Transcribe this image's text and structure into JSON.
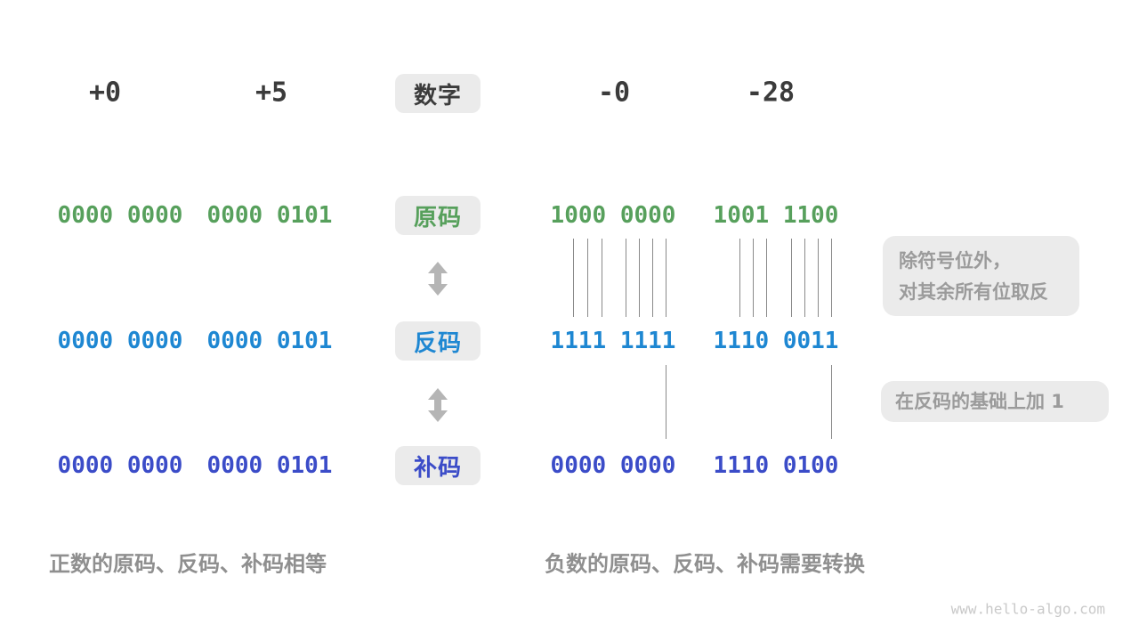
{
  "palette": {
    "text_dark": "#3b3b3b",
    "green": "#57a05c",
    "blue": "#1e87d2",
    "indigo": "#3b4cc8",
    "gray_note": "#9b9b9b",
    "gray_caption": "#8f8f8f",
    "badge_bg": "#ebebeb",
    "line_gray": "#8a8a8a",
    "arrow_gray": "#b5b5b5",
    "watermark_gray": "#c9c9c9"
  },
  "header": {
    "numbers": [
      "+0",
      "+5",
      "-0",
      "-28"
    ],
    "badge_label": "数字"
  },
  "rows": [
    {
      "badge_label": "原码",
      "values": [
        "0000 0000",
        "0000 0101",
        "1000 0000",
        "1001 1100"
      ]
    },
    {
      "badge_label": "反码",
      "values": [
        "0000 0000",
        "0000 0101",
        "1111 1111",
        "1110 0011"
      ]
    },
    {
      "badge_label": "补码",
      "values": [
        "0000 0000",
        "0000 0101",
        "0000 0000",
        "1110 0100"
      ]
    }
  ],
  "notes": {
    "flip_line1": "除符号位外，",
    "flip_line2": "对其余所有位取反",
    "add_one": "在反码的基础上加 1"
  },
  "captions": {
    "positive": "正数的原码、反码、补码相等",
    "negative": "负数的原码、反码、补码需要转换"
  },
  "watermark": "www.hello-algo.com"
}
